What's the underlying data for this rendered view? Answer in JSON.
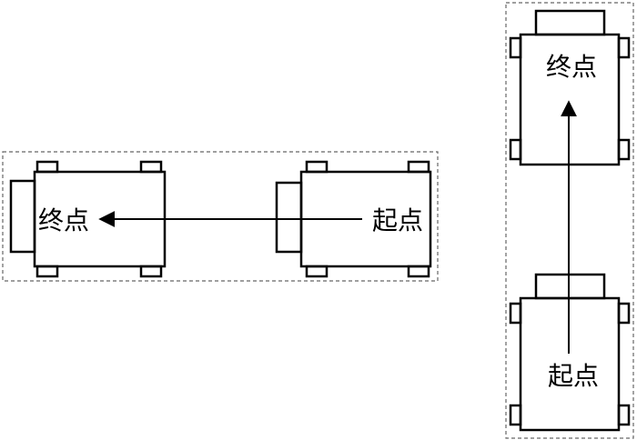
{
  "labels": {
    "horizontal_end": "终点",
    "horizontal_start": "起点",
    "vertical_end": "终点",
    "vertical_start": "起点"
  },
  "colors": {
    "stroke": "#000000",
    "dashed_frame": "#666666",
    "background": "#ffffff"
  }
}
